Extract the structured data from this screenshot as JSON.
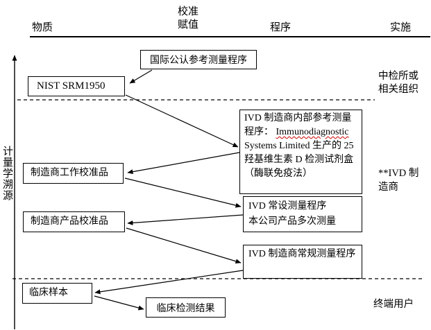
{
  "headers": {
    "material": "物质",
    "calibration_line1": "校准",
    "calibration_line2": "赋值",
    "procedure": "程序",
    "implementation": "实施"
  },
  "axis": {
    "label": "计量学溯源"
  },
  "boxes": {
    "intl_ref_procedure": "国际公认参考测量程序",
    "nist_srm": "NIST SRM1950",
    "ivd_internal_ref": {
      "cn_intro": "IVD 制造商内部参考测量程序：",
      "latin_word1": "Immunodiagnostic",
      "latin_word2": "Systems Limited",
      "cn_rest": "生产的 25 羟基维生素 D 检测试剂盒（酶联免疫法）"
    },
    "mfr_working_calibrator": "制造商工作校准品",
    "ivd_standing_procedure_line1": "IVD 常设测量程序",
    "ivd_standing_procedure_line2": "本公司产品多次测量",
    "mfr_product_calibrator": "制造商产品校准品",
    "ivd_routine_procedure": "IVD 制造商常规测量程序",
    "clinical_sample": "临床样本",
    "clinical_test_result": "临床检测结果"
  },
  "right_labels": {
    "certification_org_line1": "中检所或",
    "certification_org_line2": "相关组织",
    "ivd_manufacturer_line1": "**IVD 制",
    "ivd_manufacturer_line2": "造商",
    "end_user": "终端用户"
  },
  "colors": {
    "line": "#000000",
    "box_border": "#000000",
    "background": "#ffffff",
    "spellcheck_underline": "#cc0000"
  }
}
